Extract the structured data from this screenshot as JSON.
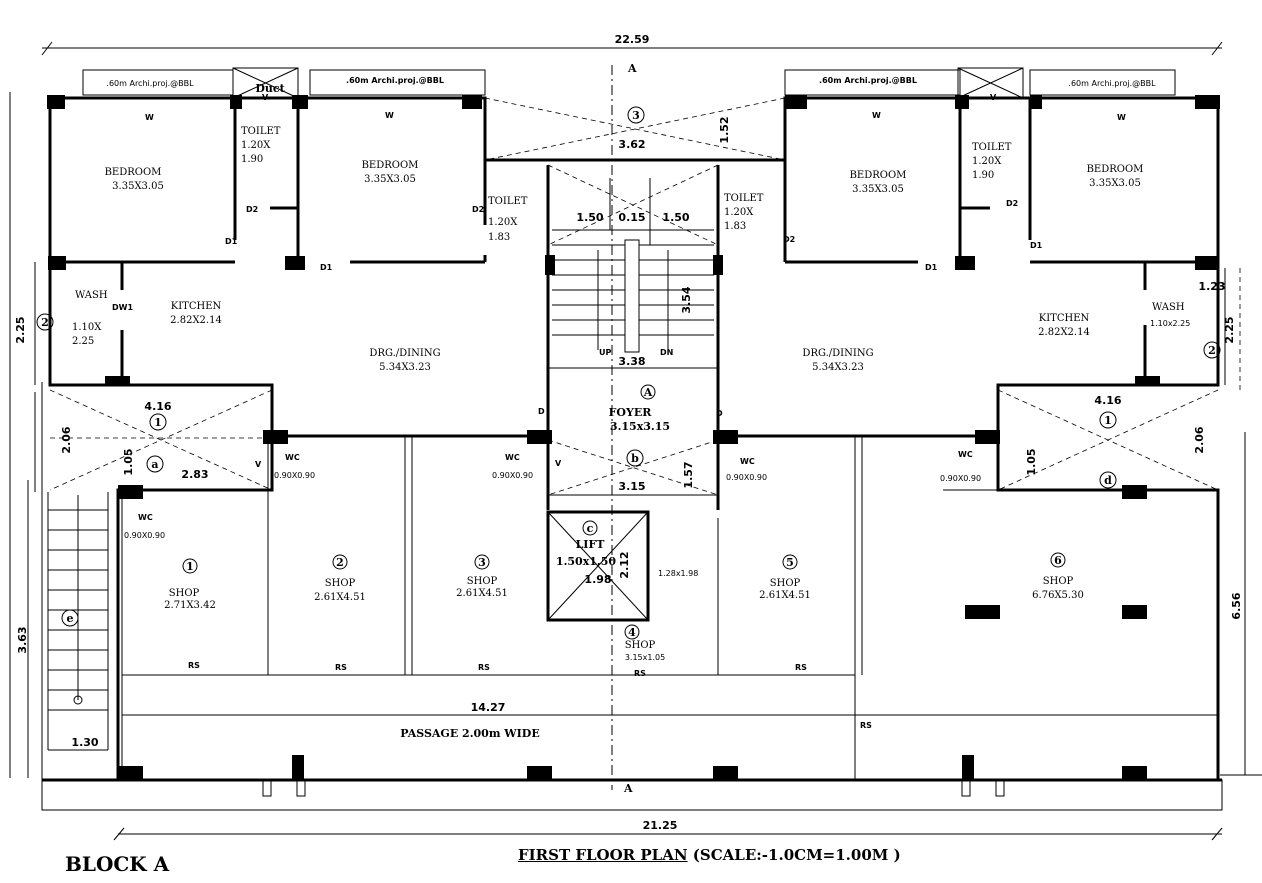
{
  "titles": {
    "block": "BLOCK A",
    "plan": "FIRST FLOOR  PLAN",
    "scale": "(SCALE:-1.0CM=1.00M )"
  },
  "dimensions": {
    "top_total": "22.59",
    "bottom_total": "21.25",
    "passage_len": "14.27",
    "left_225": "2.25",
    "left_206": "2.06",
    "left_363": "3.63",
    "right_225": "2.25",
    "right_206": "2.06",
    "right_656": "6.56",
    "stair_150a": "1.50",
    "stair_015": "0.15",
    "stair_150b": "1.50",
    "stair_338": "3.38",
    "stair_354": "3.54",
    "lift_212": "2.12",
    "lift_198": "1.98",
    "foyer_315": "3.15",
    "foyer_157": "1.57",
    "void_top_362": "3.62",
    "void_top_152": "1.52",
    "left_416": "4.16",
    "left_283": "2.83",
    "left_130": "1.30",
    "left_105": "1.05",
    "right_416": "4.16",
    "right_105": "1.05",
    "right_123": "1.23",
    "lift_side": "1.28x1.98"
  },
  "parapets": {
    "p1": ".60m Archi.proj.@BBL",
    "p2": ".60m Archi.proj.@BBL",
    "p3": ".60m Archi.proj.@BBL",
    "p4": ".60m Archi.proj.@BBL",
    "duct": "Duct"
  },
  "rooms": {
    "bed1": {
      "name": "BEDROOM",
      "size": "3.35X3.05"
    },
    "bed2": {
      "name": "BEDROOM",
      "size": "3.35X3.05"
    },
    "bed3": {
      "name": "BEDROOM",
      "size": "3.35X3.05"
    },
    "bed4": {
      "name": "BEDROOM",
      "size": "3.35X3.05"
    },
    "toilet1": {
      "name": "TOILET",
      "w": "1.20X",
      "h": "1.90"
    },
    "toilet2": {
      "name": "TOILET",
      "w": "1.20X",
      "h": "1.83"
    },
    "toilet3": {
      "name": "TOILET",
      "w": "1.20X",
      "h": "1.83"
    },
    "toilet4": {
      "name": "TOILET",
      "w": "1.20X",
      "h": "1.90"
    },
    "wash1": {
      "name": "WASH",
      "w": "1.10X",
      "h": "2.25"
    },
    "wash2": {
      "name": "WASH",
      "size": "1.10x2.25"
    },
    "kitchen1": {
      "name": "KITCHEN",
      "size": "2.82X2.14"
    },
    "kitchen2": {
      "name": "KITCHEN",
      "size": "2.82X2.14"
    },
    "dining1": {
      "name": "DRG./DINING",
      "size": "5.34X3.23"
    },
    "dining2": {
      "name": "DRG./DINING",
      "size": "5.34X3.23"
    },
    "foyer": {
      "name": "FOYER",
      "size": "3.15x3.15"
    },
    "lift": {
      "name": "LIFT",
      "size": "1.50x1.50"
    },
    "shop1": {
      "name": "SHOP",
      "size": "2.71X3.42"
    },
    "shop2": {
      "name": "SHOP",
      "size": "2.61X4.51"
    },
    "shop3": {
      "name": "SHOP",
      "size": "2.61X4.51"
    },
    "shop4": {
      "name": "SHOP",
      "size": "3.15x1.05"
    },
    "shop5": {
      "name": "SHOP",
      "size": "2.61X4.51"
    },
    "shop6": {
      "name": "SHOP",
      "size": "6.76X5.30"
    },
    "wc1": {
      "name": "WC",
      "size": "0.90X0.90"
    },
    "wc2": {
      "name": "WC",
      "size": "0.90X0.90"
    },
    "wc3": {
      "name": "WC",
      "size": "0.90X0.90"
    },
    "wc4": {
      "name": "WC",
      "size": "0.90X0.90"
    },
    "wc5": {
      "name": "WC",
      "size": "0.90X0.90"
    },
    "passage": "PASSAGE 2.00m WIDE"
  },
  "markers": {
    "shop_nums": [
      "1",
      "2",
      "3",
      "4",
      "5",
      "6"
    ],
    "void_nums": [
      "1",
      "2",
      "3",
      "1"
    ],
    "void_letters": [
      "a",
      "b",
      "c",
      "d",
      "e"
    ],
    "section": "A",
    "foyer_mark": "A",
    "w": "W",
    "v": "V",
    "d": "D",
    "d1": "D1",
    "d2": "D2",
    "dw1": "DW1",
    "rs": "RS",
    "up": "UP",
    "dn": "DN"
  }
}
